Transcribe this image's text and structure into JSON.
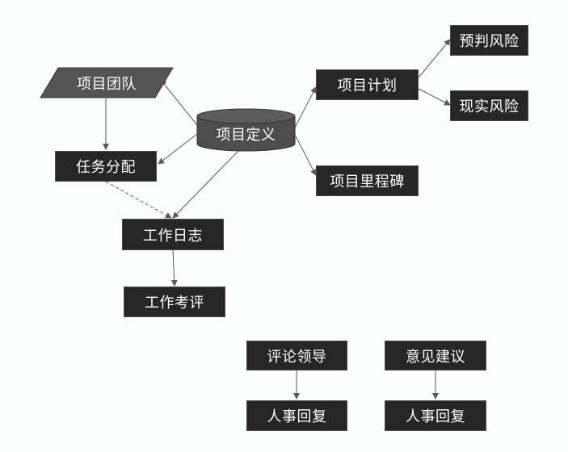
{
  "colors": {
    "box": "#262626",
    "parallelogram": "#545454",
    "cylinder": "#4d4d4d",
    "line": "#5a5a5a",
    "background": "#fcfdfd"
  },
  "nodes": {
    "team": "项目团队",
    "definition": "项目定义",
    "plan": "项目计划",
    "predict_risk": "预判风险",
    "real_risk": "现实风险",
    "milestone": "项目里程碑",
    "task_assign": "任务分配",
    "work_log": "工作日志",
    "work_review": "工作考评",
    "comment_leader": "评论领导",
    "reply_1": "人事回复",
    "suggestion": "意见建议",
    "reply_2": "人事回复"
  }
}
